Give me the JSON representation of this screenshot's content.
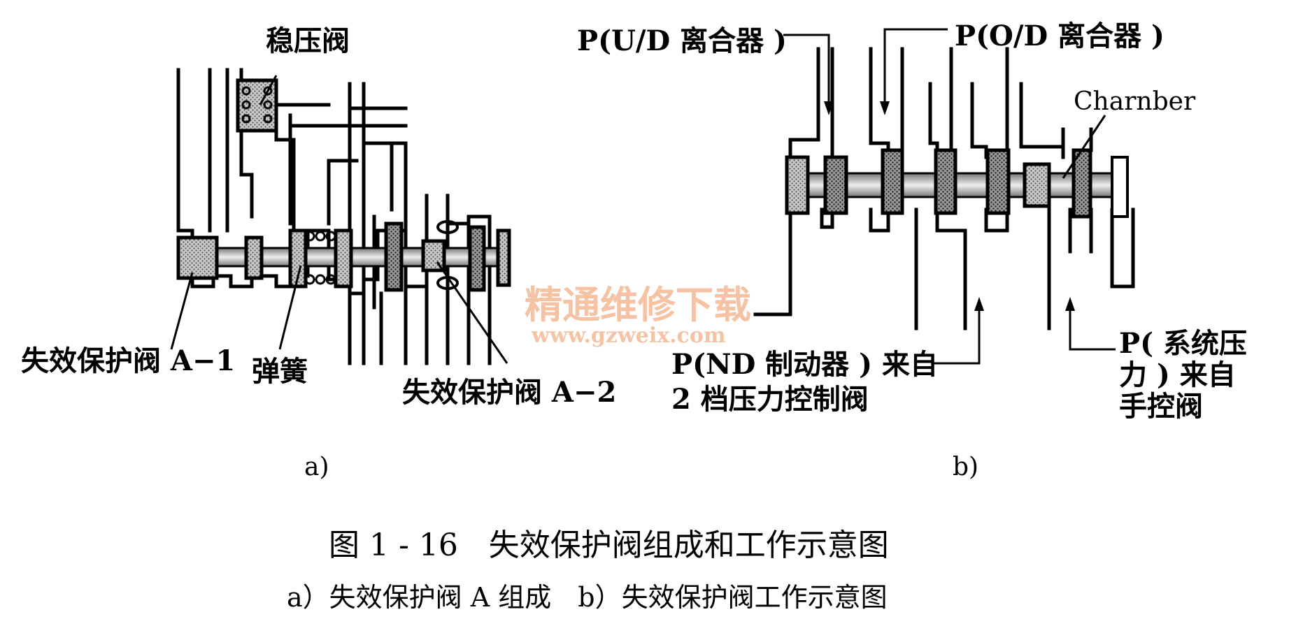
{
  "panel_a": {
    "label_stabilizer": "稳压阀",
    "label_failsafe_a1": "失效保护阀 A−1",
    "label_spring": "弹簧",
    "label_failsafe_a2": "失效保护阀 A−2",
    "panel_tag": "a)"
  },
  "panel_b": {
    "label_ud_clutch": "P(U/D 离合器 )",
    "label_od_clutch": "P(O/D 离合器 )",
    "label_chamber": "Charnber",
    "label_nd_brake_line1": "P(ND 制动器 ) 来自",
    "label_nd_brake_line2": "2 档压力控制阀",
    "label_system_line1": "P( 系统压",
    "label_system_line2": "力 ) 来自",
    "label_system_line3": "手控阀",
    "panel_tag": "b)"
  },
  "watermark": {
    "title": "精通维修下载",
    "url": "www.gzweix.com"
  },
  "caption": {
    "title": "图 1 - 16　失效保护阀组成和工作示意图",
    "subtitle": "a）失效保护阀 A 组成　b）失效保护阀工作示意图"
  }
}
